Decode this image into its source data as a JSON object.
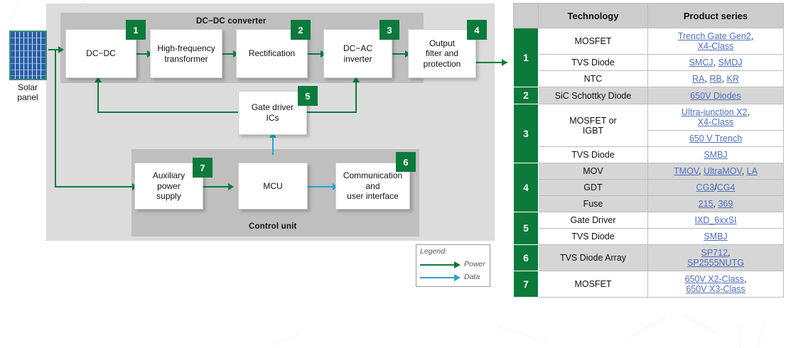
{
  "colors": {
    "green": "#0b7a3b",
    "data_blue": "#27a5cf",
    "link_blue": "#4f6fbd",
    "panel_gray": "#dcdcdc",
    "group_gray": "#bfbfbf",
    "header_gray": "#cccccc",
    "alt_row_gray": "#d6d6d6"
  },
  "diagram": {
    "solar_label": "Solar\npanel",
    "solar_label_line1": "Solar",
    "solar_label_line2": "panel",
    "groups": [
      {
        "id": "dcdc-converter",
        "title": "DC−DC converter"
      },
      {
        "id": "control-unit",
        "title": "Control unit"
      }
    ],
    "blocks": [
      {
        "id": "dc-dc",
        "label": "DC−DC",
        "badge": "1"
      },
      {
        "id": "hf-transformer",
        "label": "High-frequency\ntransformer",
        "badge": ""
      },
      {
        "id": "rectification",
        "label": "Rectification",
        "badge": "2"
      },
      {
        "id": "dc-ac-inverter",
        "label": "DC−AC\ninverter",
        "badge": "3"
      },
      {
        "id": "output-filter",
        "label": "Output\nfilter and\nprotection",
        "badge": "4"
      },
      {
        "id": "gate-driver-ics",
        "label": "Gate driver\nICs",
        "badge": "5"
      },
      {
        "id": "aux-power-supply",
        "label": "Auxiliary\npower\nsupply",
        "badge": "7"
      },
      {
        "id": "mcu",
        "label": "MCU",
        "badge": ""
      },
      {
        "id": "communication",
        "label": "Communication\nand\nuser interface",
        "badge": "6"
      }
    ],
    "block_text": {
      "dc_dc": "DC−DC",
      "hf_transformer_l1": "High-frequency",
      "hf_transformer_l2": "transformer",
      "rectification": "Rectification",
      "dc_ac_l1": "DC−AC",
      "dc_ac_l2": "inverter",
      "output_l1": "Output",
      "output_l2": "filter and",
      "output_l3": "protection",
      "gate_l1": "Gate driver",
      "gate_l2": "ICs",
      "aux_l1": "Auxiliary",
      "aux_l2": "power",
      "aux_l3": "supply",
      "mcu": "MCU",
      "comm_l1": "Communication",
      "comm_l2": "and",
      "comm_l3": "user interface"
    },
    "badges": {
      "b1": "1",
      "b2": "2",
      "b3": "3",
      "b4": "4",
      "b5": "5",
      "b6": "6",
      "b7": "7"
    },
    "legend": {
      "title": "Legend:",
      "items": [
        {
          "label": "Power",
          "color": "#0b7a3b"
        },
        {
          "label": "Data",
          "color": "#27a5cf"
        }
      ],
      "power_label": "Power",
      "data_label": "Data"
    }
  },
  "table": {
    "headers": {
      "num": "",
      "technology": "Technology",
      "product_series": "Product series"
    },
    "rows": [
      {
        "num": "1",
        "span": 3,
        "alt": false,
        "technology": "MOSFET",
        "links": [
          {
            "text": "Trench Gate Gen2"
          },
          {
            "sep": ","
          },
          {
            "br": true
          },
          {
            "text": "X4-Class"
          }
        ]
      },
      {
        "num": "",
        "alt": false,
        "technology": "TVS Diode",
        "links": [
          {
            "text": "SMCJ"
          },
          {
            "sep": ", "
          },
          {
            "text": "SMDJ"
          }
        ]
      },
      {
        "num": "",
        "alt": false,
        "technology": "NTC",
        "links": [
          {
            "text": "RA"
          },
          {
            "sep": ", "
          },
          {
            "text": "RB"
          },
          {
            "sep": ", "
          },
          {
            "text": "KR"
          }
        ]
      },
      {
        "num": "2",
        "span": 1,
        "alt": true,
        "technology": "SiC Schottky Diode",
        "links": [
          {
            "text": "650V Diodes"
          }
        ]
      },
      {
        "num": "3",
        "span": 3,
        "alt": false,
        "technology": "MOSFET or\nIGBT",
        "links": [
          {
            "text": "Ultra-junction X2"
          },
          {
            "sep": ","
          },
          {
            "br": true
          },
          {
            "text": "X4-Class"
          }
        ]
      },
      {
        "num": "",
        "alt": false,
        "technology": "",
        "links": [
          {
            "text": "650 V Trench"
          }
        ]
      },
      {
        "num": "",
        "alt": false,
        "technology": "TVS Diode",
        "links": [
          {
            "text": "SMBJ"
          }
        ]
      },
      {
        "num": "4",
        "span": 3,
        "alt": true,
        "technology": "MOV",
        "links": [
          {
            "text": "TMOV"
          },
          {
            "sep": ", "
          },
          {
            "text": "UltraMOV"
          },
          {
            "sep": ", "
          },
          {
            "text": "LA"
          }
        ]
      },
      {
        "num": "",
        "alt": true,
        "technology": "GDT",
        "links": [
          {
            "text": "CG3"
          },
          {
            "sep": "/"
          },
          {
            "text": "CG4"
          }
        ]
      },
      {
        "num": "",
        "alt": true,
        "technology": "Fuse",
        "links": [
          {
            "text": "215"
          },
          {
            "sep": ", "
          },
          {
            "text": "369"
          }
        ]
      },
      {
        "num": "5",
        "span": 2,
        "alt": false,
        "technology": "Gate Driver",
        "links": [
          {
            "text": "IXD_6xxSI"
          }
        ]
      },
      {
        "num": "",
        "alt": false,
        "technology": "TVS Diode",
        "links": [
          {
            "text": "SMBJ"
          }
        ]
      },
      {
        "num": "6",
        "span": 1,
        "alt": true,
        "technology": "TVS Diode Array",
        "links": [
          {
            "text": "SP712"
          },
          {
            "sep": ","
          },
          {
            "br": true
          },
          {
            "text": "SP2555NUTG"
          }
        ]
      },
      {
        "num": "7",
        "span": 1,
        "alt": false,
        "technology": "MOSFET",
        "links": [
          {
            "text": "650V X2-Class"
          },
          {
            "sep": ","
          },
          {
            "br": true
          },
          {
            "text": "650V X3-Class"
          }
        ]
      }
    ],
    "cells": {
      "r1_tech": "MOSFET",
      "r1_l1": "Trench Gate Gen2",
      "r1_l2": "X4-Class",
      "r2_tech": "TVS Diode",
      "r2_l1": "SMCJ",
      "r2_l2": "SMDJ",
      "r3_tech": "NTC",
      "r3_l1": "RA",
      "r3_l2": "RB",
      "r3_l3": "KR",
      "r4_num": "2",
      "r4_tech": "SiC Schottky Diode",
      "r4_l1": "650V Diodes",
      "r5_num": "3",
      "r5_tech_l1": "MOSFET or",
      "r5_tech_l2": "IGBT",
      "r5_l1": "Ultra-junction X2",
      "r5_l2": "X4-Class",
      "r6_l1": "650 V Trench",
      "r7_tech": "TVS Diode",
      "r7_l1": "SMBJ",
      "r8_num": "4",
      "r8_tech": "MOV",
      "r8_l1": "TMOV",
      "r8_l2": "UltraMOV",
      "r8_l3": "LA",
      "r9_tech": "GDT",
      "r9_l1": "CG3",
      "r9_l2": "CG4",
      "r10_tech": "Fuse",
      "r10_l1": "215",
      "r10_l2": "369",
      "r11_num": "5",
      "r11_tech": "Gate Driver",
      "r11_l1": "IXD_6xxSI",
      "r12_tech": "TVS Diode",
      "r12_l1": "SMBJ",
      "r13_num": "6",
      "r13_tech": "TVS Diode Array",
      "r13_l1": "SP712",
      "r13_l2": "SP2555NUTG",
      "r14_num": "7",
      "r14_tech": "MOSFET",
      "r14_l1": "650V X2-Class",
      "r14_l2": "650V X3-Class",
      "r1_num": "1",
      "comma": ",",
      "slash": "/"
    }
  }
}
